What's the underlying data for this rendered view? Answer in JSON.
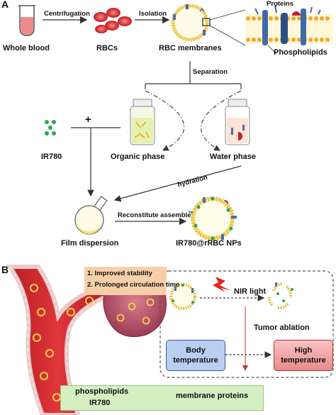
{
  "panel_a": {
    "letter": "A",
    "whole_blood": "Whole blood",
    "rbcs": "RBCs",
    "rbc_membranes": "RBC membranes",
    "centrifugation": "Centrifugation",
    "isolation": "Isolation",
    "proteins": "Proteins",
    "phospholipids": "Phospholipids",
    "separation": "Separation",
    "ir780": "IR780",
    "plus": "+",
    "organic_phase": "Organic phase",
    "water_phase": "Water phase",
    "hydration": "hydration",
    "reconstitute": "Reconstitute assemble",
    "film_dispersion": "Film dispersion",
    "nps": "IR780@rRBC NPs"
  },
  "panel_b": {
    "letter": "B",
    "benefit_1": "1.  Improved stability",
    "benefit_2": "2.  Prolonged circulation time",
    "nir_light": "NIR light",
    "tumor_ablation": "Tumor ablation",
    "body_temp": "Body temperature",
    "high_temp": "High temperature",
    "legend_phospholipids": "phospholipids",
    "legend_ir780": "IR780",
    "legend_proteins": "membrane proteins"
  },
  "colors": {
    "blood_red": "#d8232a",
    "lipid_yellow": "#f3d04a",
    "ir780_green": "#2aa84a",
    "protein_blue": "#4a6fa0",
    "body_box": "#b9cff0",
    "high_box": "#ea8a8a",
    "benefit_box": "#f6cfa8",
    "legend_box": "#d6efc2"
  }
}
